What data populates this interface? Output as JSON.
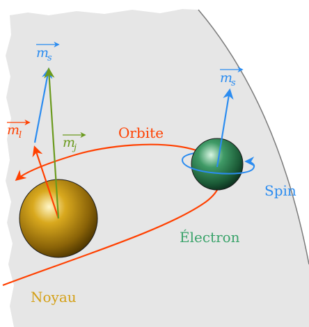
{
  "colors": {
    "background_panel": "#e6e6e6",
    "panel_edge": "#7a7a7a",
    "orbit": "#ff4000",
    "spin_vector": "#2b8cf0",
    "total_vector": "#6b9a1e",
    "nucleus_label": "#d4a017",
    "electron_label": "#3aa36a"
  },
  "labels": {
    "orbit": "Orbite",
    "spin": "Spin",
    "electron": "Électron",
    "nucleus": "Noyau"
  },
  "vectors": {
    "ms_top": {
      "symbol": "m",
      "subscript": "s"
    },
    "ms_electron": {
      "symbol": "m",
      "subscript": "s"
    },
    "ml": {
      "symbol": "m",
      "subscript": "l"
    },
    "mj": {
      "symbol": "m",
      "subscript": "j"
    }
  }
}
